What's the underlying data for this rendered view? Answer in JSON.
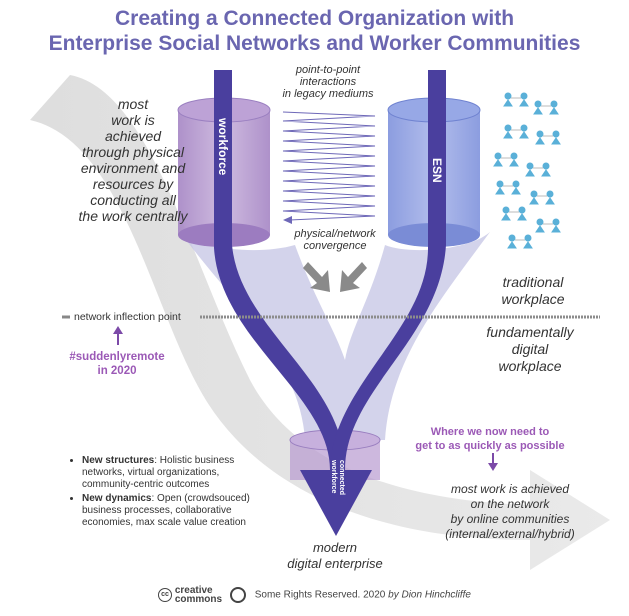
{
  "title": {
    "line1": "Creating a Connected Organization with",
    "line2": "Enterprise Social Networks and Worker Communities"
  },
  "left_note": [
    "most",
    "work is",
    "achieved",
    "through physical",
    "environment and",
    "resources by",
    "conducting all",
    "the work centrally"
  ],
  "p2p_note": [
    "point-to-point",
    "interactions",
    "in legacy mediums"
  ],
  "convergence_note": [
    "physical/network",
    "convergence"
  ],
  "left_cylinder_label": "workforce",
  "right_cylinder_label": "ESN",
  "bottom_cylinder_label": [
    "connected",
    "workforce"
  ],
  "traditional_note": [
    "traditional",
    "workplace"
  ],
  "fundamental_note": [
    "fundamentally",
    "digital",
    "workplace"
  ],
  "inflection_label": "network inflection point",
  "remote_note": [
    "#suddenlyremote",
    "in 2020"
  ],
  "where_note": [
    "Where we now need to",
    "get to as quickly as possible"
  ],
  "online_note": [
    "most work is achieved",
    "on the network",
    "by online communities",
    "(internal/external/hybrid)"
  ],
  "modern_note": [
    "modern",
    "digital enterprise"
  ],
  "bullets": [
    {
      "bold": "New structures",
      "text": ": Holistic business networks, virtual organizations, community-centric outcomes"
    },
    {
      "bold": "New dynamics",
      "text": ": Open (crowdsouced) business processes, collaborative economies, max scale value creation"
    }
  ],
  "footer": {
    "cc_line1": "creative",
    "cc_line2": "commons",
    "rights": "Some Rights Reserved. 2020",
    "author": "by Dion Hinchcliffe"
  },
  "colors": {
    "title": "#6a66b0",
    "purple_accent": "#9b59b6",
    "band": "#4a3f9e",
    "left_cylinder": "#b89ad0",
    "right_cylinder": "#8f9fe0",
    "funnel": "#c9c9e6",
    "gray_arrow": "#d4d4d4"
  }
}
